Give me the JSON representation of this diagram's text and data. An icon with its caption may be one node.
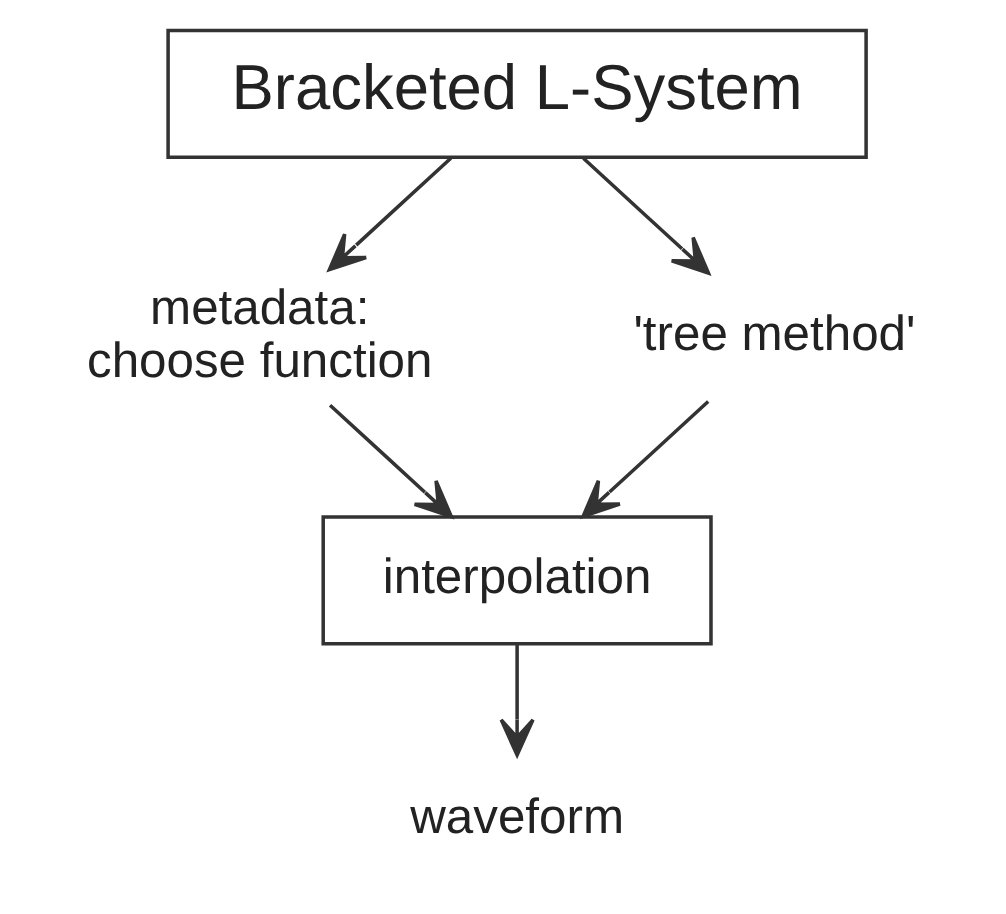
{
  "diagram": {
    "nodes": [
      {
        "text": [
          "Bracketed L-System"
        ]
      },
      {
        "text": [
          "metadata: choose function"
        ]
      },
      {
        "text": [
          "'tree method'"
        ]
      },
      {
        "text": [
          "interpolation"
        ]
      },
      {
        "text": [
          "waveform"
        ]
      }
    ],
    "edges": [
      {
        "from": 0,
        "to": 1,
        "arrow": "to"
      },
      {
        "from": 0,
        "to": 2,
        "arrow": "to"
      },
      {
        "from": 1,
        "to": 3,
        "arrow": "to"
      },
      {
        "from": 2,
        "to": 3,
        "arrow": "to"
      },
      {
        "from": 3,
        "to": 4,
        "arrow": "to"
      }
    ]
  }
}
